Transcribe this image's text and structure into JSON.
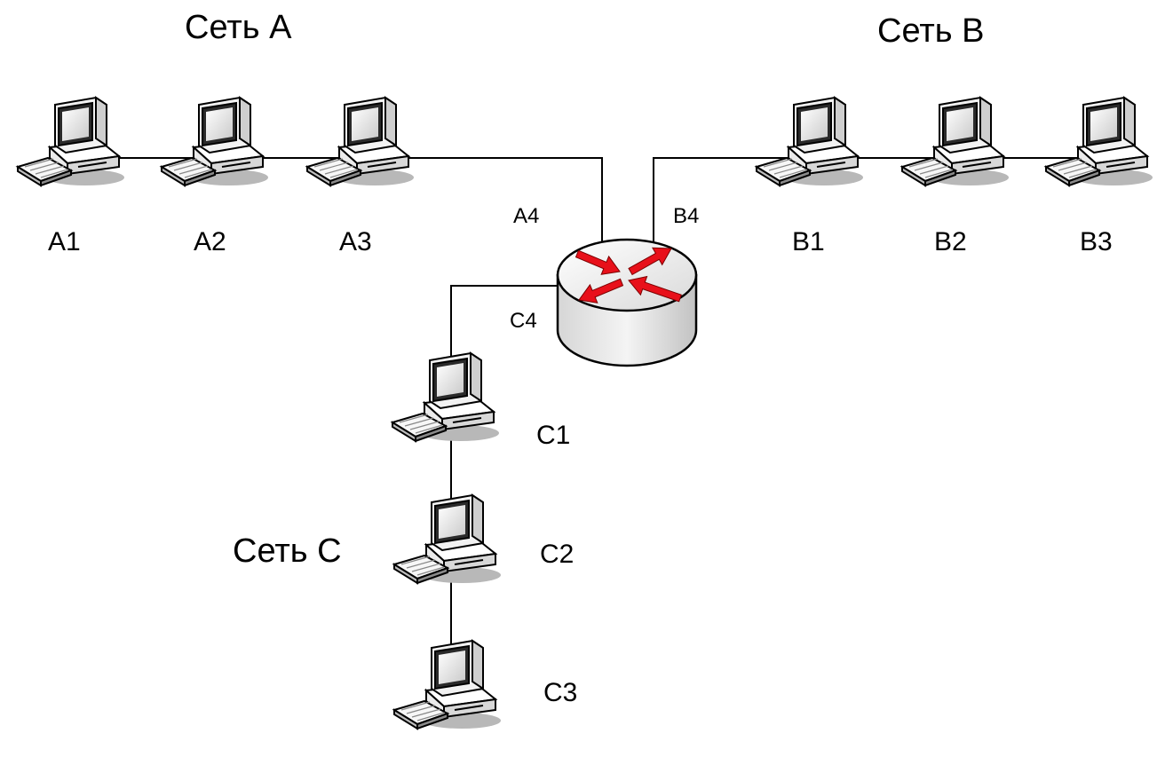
{
  "networks": {
    "a": "Сеть А",
    "b": "Сеть В",
    "c": "Сеть С"
  },
  "hosts": {
    "a1": "A1",
    "a2": "A2",
    "a3": "A3",
    "b1": "B1",
    "b2": "B2",
    "b3": "B3",
    "c1": "C1",
    "c2": "C2",
    "c3": "C3"
  },
  "router_ports": {
    "a4": "A4",
    "b4": "B4",
    "c4": "C4"
  },
  "colors": {
    "line": "#000000",
    "router_arrow": "#e8101a",
    "router_body": "#e4e4e4"
  },
  "icons": {
    "router": "router-icon",
    "computer": "computer-icon"
  }
}
